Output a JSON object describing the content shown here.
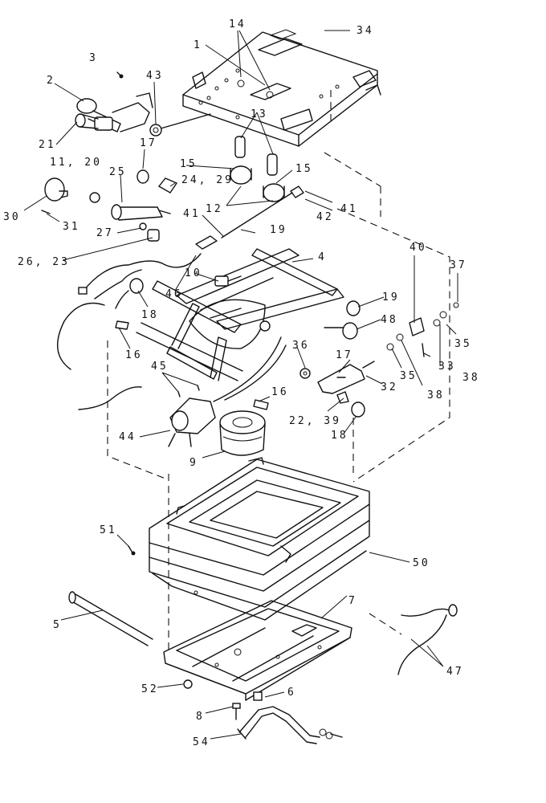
{
  "callouts": [
    {
      "id": "c14",
      "text": "14"
    },
    {
      "id": "c34",
      "text": "34"
    },
    {
      "id": "c1",
      "text": "1"
    },
    {
      "id": "c3",
      "text": "3"
    },
    {
      "id": "c43",
      "text": "43"
    },
    {
      "id": "c2",
      "text": "2"
    },
    {
      "id": "c13",
      "text": "13"
    },
    {
      "id": "c21",
      "text": "21"
    },
    {
      "id": "c17a",
      "text": "17"
    },
    {
      "id": "c1120",
      "text": "11, 20"
    },
    {
      "id": "c25",
      "text": "25"
    },
    {
      "id": "c2429",
      "text": "24, 29"
    },
    {
      "id": "c15a",
      "text": "15"
    },
    {
      "id": "c15b",
      "text": "15"
    },
    {
      "id": "c12",
      "text": "12"
    },
    {
      "id": "c41a",
      "text": "41"
    },
    {
      "id": "c42",
      "text": "42"
    },
    {
      "id": "c30",
      "text": "30"
    },
    {
      "id": "c31",
      "text": "31"
    },
    {
      "id": "c41b",
      "text": "41"
    },
    {
      "id": "c27",
      "text": "27"
    },
    {
      "id": "c19a",
      "text": "19"
    },
    {
      "id": "c2623",
      "text": "26, 23"
    },
    {
      "id": "c4",
      "text": "4"
    },
    {
      "id": "c40",
      "text": "40"
    },
    {
      "id": "c37",
      "text": "37"
    },
    {
      "id": "c10",
      "text": "10"
    },
    {
      "id": "c46",
      "text": "46"
    },
    {
      "id": "c18a",
      "text": "18"
    },
    {
      "id": "c19b",
      "text": "19"
    },
    {
      "id": "c48",
      "text": "48"
    },
    {
      "id": "c16a",
      "text": "16"
    },
    {
      "id": "c36",
      "text": "36"
    },
    {
      "id": "c35a",
      "text": "35"
    },
    {
      "id": "c17b",
      "text": "17"
    },
    {
      "id": "c33",
      "text": "33"
    },
    {
      "id": "c38a",
      "text": "38"
    },
    {
      "id": "c35b",
      "text": "35"
    },
    {
      "id": "c45",
      "text": "45"
    },
    {
      "id": "c32",
      "text": "32"
    },
    {
      "id": "c38b",
      "text": "38"
    },
    {
      "id": "c16b",
      "text": "16"
    },
    {
      "id": "c2239",
      "text": "22, 39"
    },
    {
      "id": "c44",
      "text": "44"
    },
    {
      "id": "c18b",
      "text": "18"
    },
    {
      "id": "c9",
      "text": "9"
    },
    {
      "id": "c51",
      "text": "51"
    },
    {
      "id": "c50",
      "text": "50"
    },
    {
      "id": "c7",
      "text": "7"
    },
    {
      "id": "c5",
      "text": "5"
    },
    {
      "id": "c47",
      "text": "47"
    },
    {
      "id": "c52",
      "text": "52"
    },
    {
      "id": "c6",
      "text": "6"
    },
    {
      "id": "c8",
      "text": "8"
    },
    {
      "id": "c54",
      "text": "54"
    }
  ]
}
